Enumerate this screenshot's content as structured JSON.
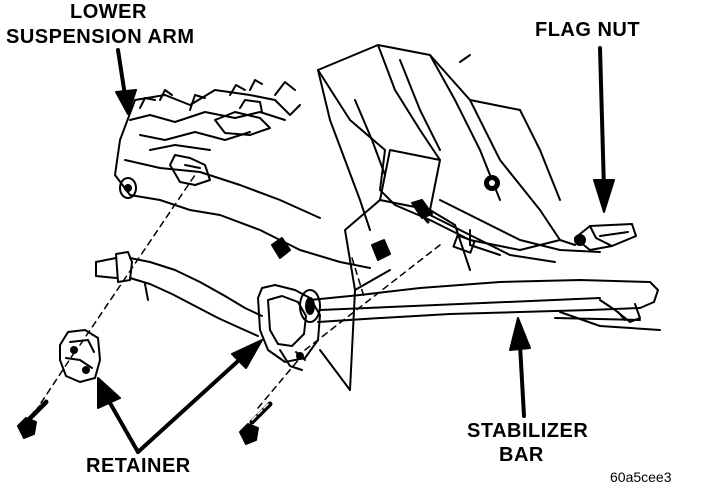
{
  "labels": {
    "lower_suspension_arm_line1": "LOWER",
    "lower_suspension_arm_line2": "SUSPENSION ARM",
    "flag_nut": "FLAG NUT",
    "stabilizer_bar_line1": "STABILIZER",
    "stabilizer_bar_line2": "BAR",
    "retainer": "RETAINER",
    "figure_code": "60a5cee3"
  },
  "colors": {
    "ink": "#000000",
    "paper": "#ffffff"
  }
}
